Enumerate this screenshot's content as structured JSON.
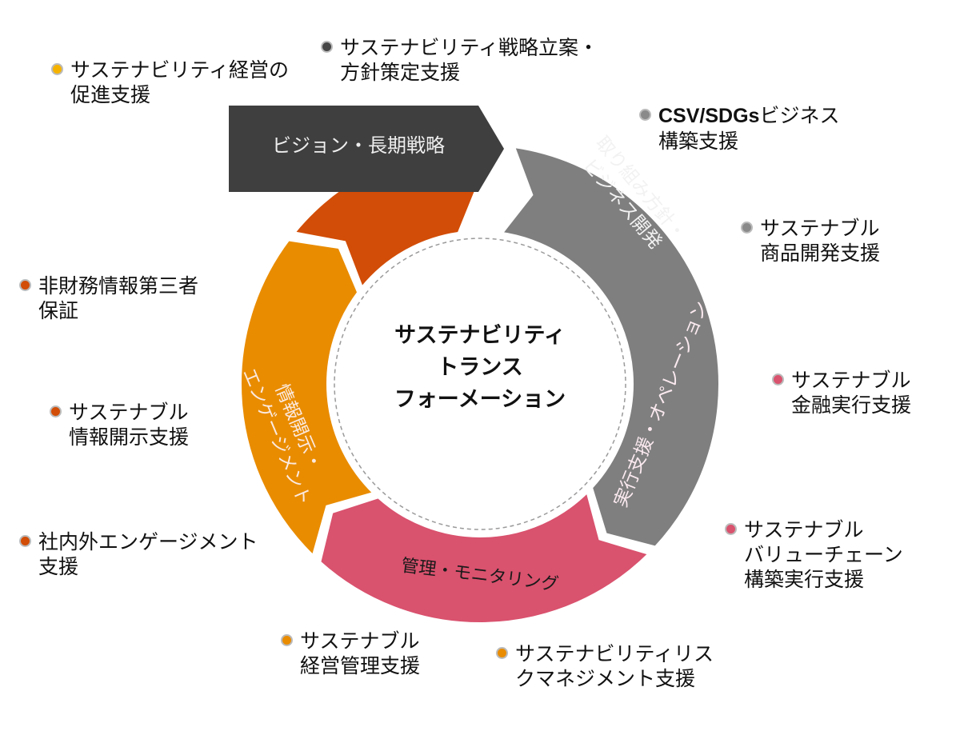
{
  "center": {
    "title_lines": [
      "サステナビリティ",
      "トランス",
      "フォーメーション"
    ]
  },
  "vision": {
    "label": "ビジョン・長期戦略",
    "color": "#3f3f3f"
  },
  "ring_segments": [
    {
      "id": "strategy",
      "lines": [
        "取り組み方針・",
        "ビジネス開発"
      ],
      "color": "#7f7f7f",
      "text_color": "#f2f2f2"
    },
    {
      "id": "execution",
      "lines": [
        "実行支援・オペレーション"
      ],
      "color": "#d9526e",
      "text_color": "#fbeaf0"
    },
    {
      "id": "monitoring",
      "lines": [
        "管理・モニタリング"
      ],
      "color": "#e98c00",
      "text_color": "#1a1a1a"
    },
    {
      "id": "disclosure",
      "lines": [
        "情報開示・",
        "エンゲージメント"
      ],
      "color": "#d24d07",
      "text_color": "#fbe9df"
    }
  ],
  "items": [
    {
      "id": "promotion",
      "lines": [
        "サステナビリティ経営の",
        "促進支援"
      ],
      "dot_color": "#f5b300"
    },
    {
      "id": "strategy-planning",
      "lines": [
        "サステナビリティ戦略立案・",
        "方針策定支援"
      ],
      "dot_color": "#454545"
    },
    {
      "id": "csv-sdgs",
      "bold_prefix": "CSV/SDGs",
      "lines": [
        "ビジネス",
        "構築支援"
      ],
      "dot_color": "#8a8a8a"
    },
    {
      "id": "product-dev",
      "lines": [
        "サステナブル",
        "商品開発支援"
      ],
      "dot_color": "#8a8a8a"
    },
    {
      "id": "finance",
      "lines": [
        "サステナブル",
        "金融実行支援"
      ],
      "dot_color": "#d9526e"
    },
    {
      "id": "value-chain",
      "lines": [
        "サステナブル",
        "バリューチェーン",
        "構築実行支援"
      ],
      "dot_color": "#d9526e"
    },
    {
      "id": "risk-management",
      "lines": [
        "サステナビリティリス",
        "クマネジメント支援"
      ],
      "dot_color": "#e98c00"
    },
    {
      "id": "management-control",
      "lines": [
        "サステナブル",
        "経営管理支援"
      ],
      "dot_color": "#e98c00"
    },
    {
      "id": "engagement",
      "lines": [
        "社内外エンゲージメント",
        "支援"
      ],
      "dot_color": "#d24d07"
    },
    {
      "id": "disclosure-support",
      "lines": [
        "サステナブル",
        "情報開示支援"
      ],
      "dot_color": "#d24d07"
    },
    {
      "id": "assurance",
      "lines": [
        "非財務情報第三者",
        "保証"
      ],
      "dot_color": "#d24d07"
    }
  ]
}
